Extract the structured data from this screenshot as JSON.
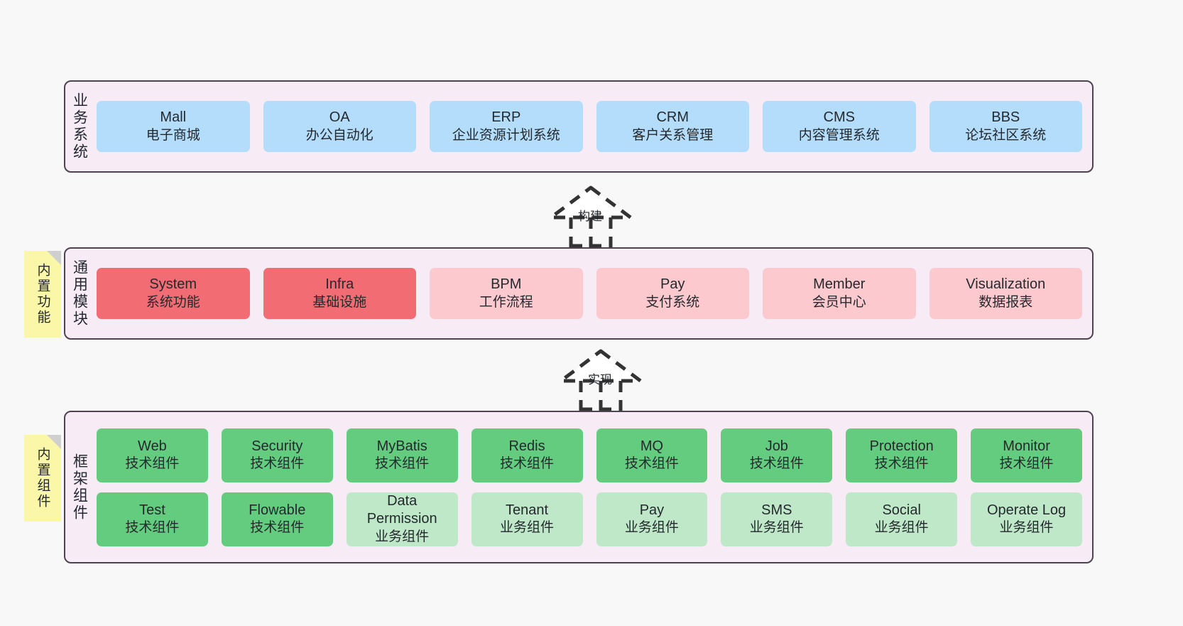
{
  "diagram": {
    "background_color": "#f8f8f8",
    "container_fill": "#f7ebf6",
    "container_border": "#4d4450",
    "sections": [
      {
        "id": "business",
        "label": "业务系统",
        "rows": [
          {
            "nodes": [
              {
                "title": "Mall",
                "sub": "电子商城",
                "color": "#b3ddfb",
                "variant": "c-blue"
              },
              {
                "title": "OA",
                "sub": "办公自动化",
                "color": "#b3ddfb",
                "variant": "c-blue"
              },
              {
                "title": "ERP",
                "sub": "企业资源计划系统",
                "color": "#b3ddfb",
                "variant": "c-blue"
              },
              {
                "title": "CRM",
                "sub": "客户关系管理",
                "color": "#b3ddfb",
                "variant": "c-blue"
              },
              {
                "title": "CMS",
                "sub": "内容管理系统",
                "color": "#b3ddfb",
                "variant": "c-blue"
              },
              {
                "title": "BBS",
                "sub": "论坛社区系统",
                "color": "#b3ddfb",
                "variant": "c-blue"
              }
            ]
          }
        ]
      },
      {
        "id": "common",
        "label": "通用模块",
        "sticky": "内置功能",
        "rows": [
          {
            "nodes": [
              {
                "title": "System",
                "sub": "系统功能",
                "color": "#f26c73",
                "variant": "c-red"
              },
              {
                "title": "Infra",
                "sub": "基础设施",
                "color": "#f26c73",
                "variant": "c-red"
              },
              {
                "title": "BPM",
                "sub": "工作流程",
                "color": "#fcc9cf",
                "variant": "c-pink"
              },
              {
                "title": "Pay",
                "sub": "支付系统",
                "color": "#fcc9cf",
                "variant": "c-pink"
              },
              {
                "title": "Member",
                "sub": "会员中心",
                "color": "#fcc9cf",
                "variant": "c-pink"
              },
              {
                "title": "Visualization",
                "sub": "数据报表",
                "color": "#fcc9cf",
                "variant": "c-pink"
              }
            ]
          }
        ]
      },
      {
        "id": "framework",
        "label": "框架组件",
        "sticky": "内置组件",
        "rows": [
          {
            "nodes": [
              {
                "title": "Web",
                "sub": "技术组件",
                "color": "#64cc7e",
                "variant": "c-green"
              },
              {
                "title": "Security",
                "sub": "技术组件",
                "color": "#64cc7e",
                "variant": "c-green"
              },
              {
                "title": "MyBatis",
                "sub": "技术组件",
                "color": "#64cc7e",
                "variant": "c-green"
              },
              {
                "title": "Redis",
                "sub": "技术组件",
                "color": "#64cc7e",
                "variant": "c-green"
              },
              {
                "title": "MQ",
                "sub": "技术组件",
                "color": "#64cc7e",
                "variant": "c-green"
              },
              {
                "title": "Job",
                "sub": "技术组件",
                "color": "#64cc7e",
                "variant": "c-green"
              },
              {
                "title": "Protection",
                "sub": "技术组件",
                "color": "#64cc7e",
                "variant": "c-green"
              },
              {
                "title": "Monitor",
                "sub": "技术组件",
                "color": "#64cc7e",
                "variant": "c-green"
              }
            ]
          },
          {
            "nodes": [
              {
                "title": "Test",
                "sub": "技术组件",
                "color": "#64cc7e",
                "variant": "c-green"
              },
              {
                "title": "Flowable",
                "sub": "技术组件",
                "color": "#64cc7e",
                "variant": "c-green"
              },
              {
                "title": "Data Permission",
                "sub": "业务组件",
                "color": "#bfe8c9",
                "variant": "c-lgreen"
              },
              {
                "title": "Tenant",
                "sub": "业务组件",
                "color": "#bfe8c9",
                "variant": "c-lgreen"
              },
              {
                "title": "Pay",
                "sub": "业务组件",
                "color": "#bfe8c9",
                "variant": "c-lgreen"
              },
              {
                "title": "SMS",
                "sub": "业务组件",
                "color": "#bfe8c9",
                "variant": "c-lgreen"
              },
              {
                "title": "Social",
                "sub": "业务组件",
                "color": "#bfe8c9",
                "variant": "c-lgreen"
              },
              {
                "title": "Operate Log",
                "sub": "业务组件",
                "color": "#bfe8c9",
                "variant": "c-lgreen"
              }
            ]
          }
        ]
      }
    ],
    "arrows": [
      {
        "id": "build",
        "label": "构建",
        "style": "dashed-generalization",
        "from": "common",
        "to": "business"
      },
      {
        "id": "impl",
        "label": "实现",
        "style": "dashed-generalization",
        "from": "framework",
        "to": "common"
      }
    ]
  }
}
